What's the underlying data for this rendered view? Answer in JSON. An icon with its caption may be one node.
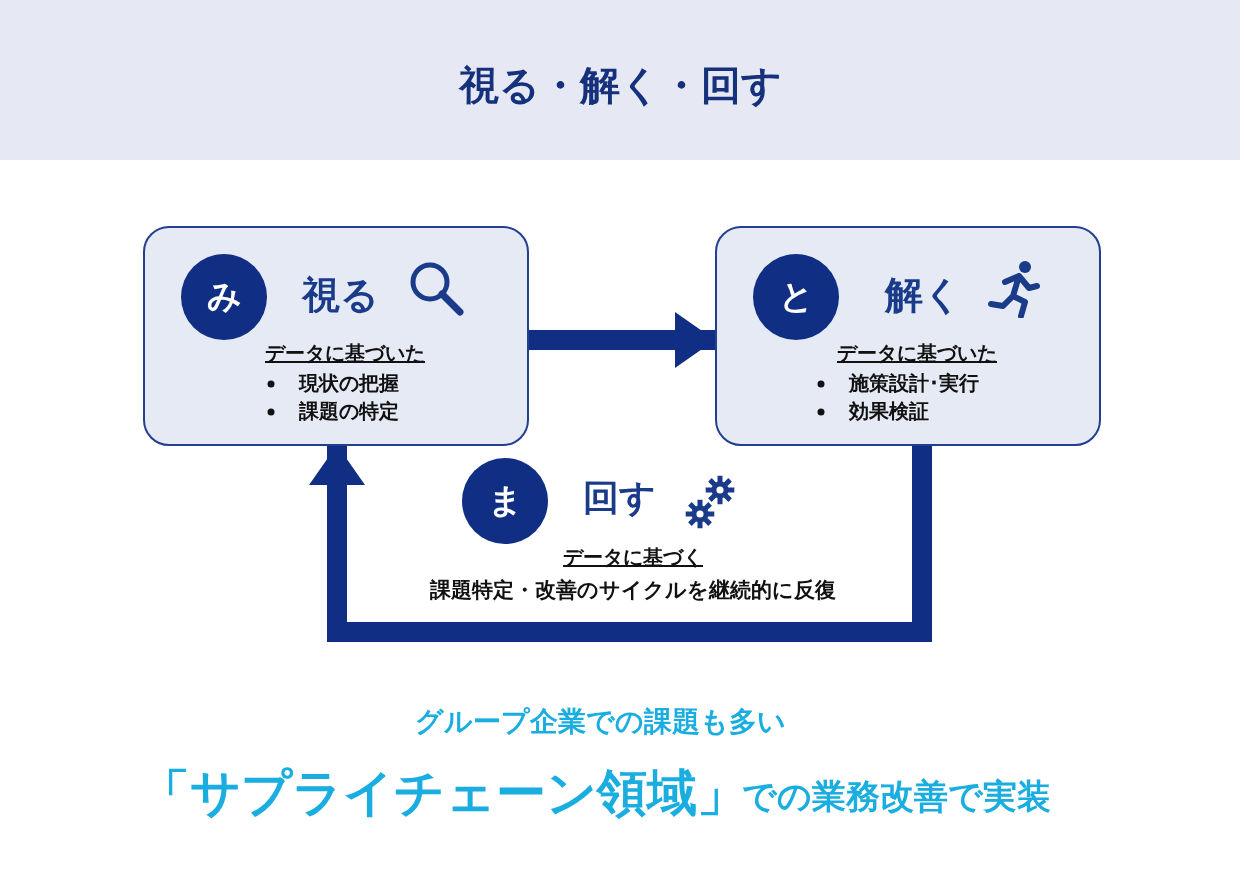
{
  "diagram": {
    "title": "視る・解く・回す",
    "nodes": [
      {
        "text": [
          "視る",
          "データに基づいた",
          "現状の把握",
          "課題の特定"
        ]
      },
      {
        "text": [
          "み"
        ],
        "in": 0
      },
      {
        "text": [
          "解く",
          "データに基づいた",
          "施策設計･実行",
          "効果検証"
        ]
      },
      {
        "text": [
          "と"
        ],
        "in": 2
      },
      {
        "text": [
          "ま"
        ],
        "beside": [
          "回す",
          "データに基づく",
          "課題特定・改善のサイクルを継続的に反復"
        ]
      }
    ],
    "edges": [
      {
        "from": 0,
        "to": 2,
        "arrow": "to"
      },
      {
        "from": 2,
        "to": 0,
        "arrow": "to"
      }
    ],
    "labels": [
      "グループ企業での課題も多い",
      "「サプライチェーン領域」",
      "での業務改善で実装"
    ]
  }
}
